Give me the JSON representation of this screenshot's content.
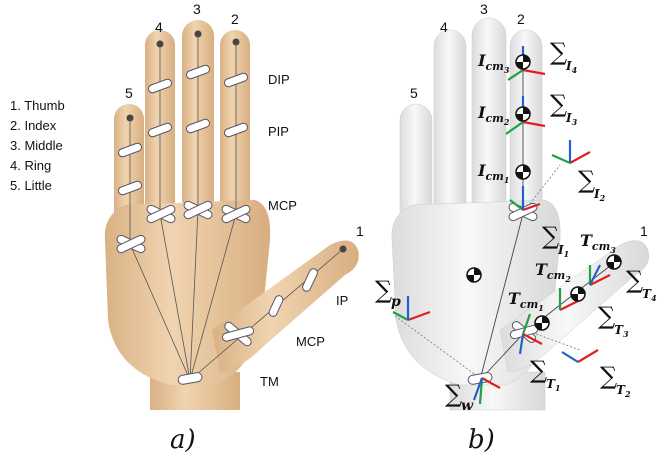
{
  "legend": [
    "1.  Thumb",
    "2.  Index",
    "3.  Middle",
    "4.  Ring",
    "5.  Little"
  ],
  "finger_numbers_a": [
    "1",
    "2",
    "3",
    "4",
    "5"
  ],
  "finger_numbers_b": [
    "1",
    "2",
    "3",
    "4",
    "5"
  ],
  "joints": {
    "dip": "DIP",
    "pip": "PIP",
    "mcp": "MCP",
    "ip": "IP",
    "mcp_thumb": "MCP",
    "tm": "TM"
  },
  "captions": {
    "a": "a)",
    "b": "b)"
  },
  "frames": {
    "sigma": "∑",
    "p": "p",
    "w": "w",
    "I1": "I",
    "I1_sub": "1",
    "I2": "I",
    "I2_sub": "2",
    "I3": "I",
    "I3_sub": "3",
    "I4": "I",
    "I4_sub": "4",
    "T1": "T",
    "T1_sub": "1",
    "T2": "T",
    "T2_sub": "2",
    "T3": "T",
    "T3_sub": "3",
    "T4": "T",
    "T4_sub": "4"
  },
  "com_labels": {
    "icm": "I",
    "icm_sub": "cm",
    "icm1_idx": "1",
    "icm2_idx": "2",
    "icm3_idx": "3",
    "tcm": "T",
    "tcm_sub": "cm",
    "tcm1_idx": "1",
    "tcm2_idx": "2",
    "tcm3_idx": "3"
  },
  "colors": {
    "skin": "#e9c9a1",
    "skin_shade": "#d5ad80",
    "white_hand": "#f1f1f1",
    "x_axis": "#e02020",
    "y_axis": "#20a040",
    "z_axis": "#2060d0"
  }
}
